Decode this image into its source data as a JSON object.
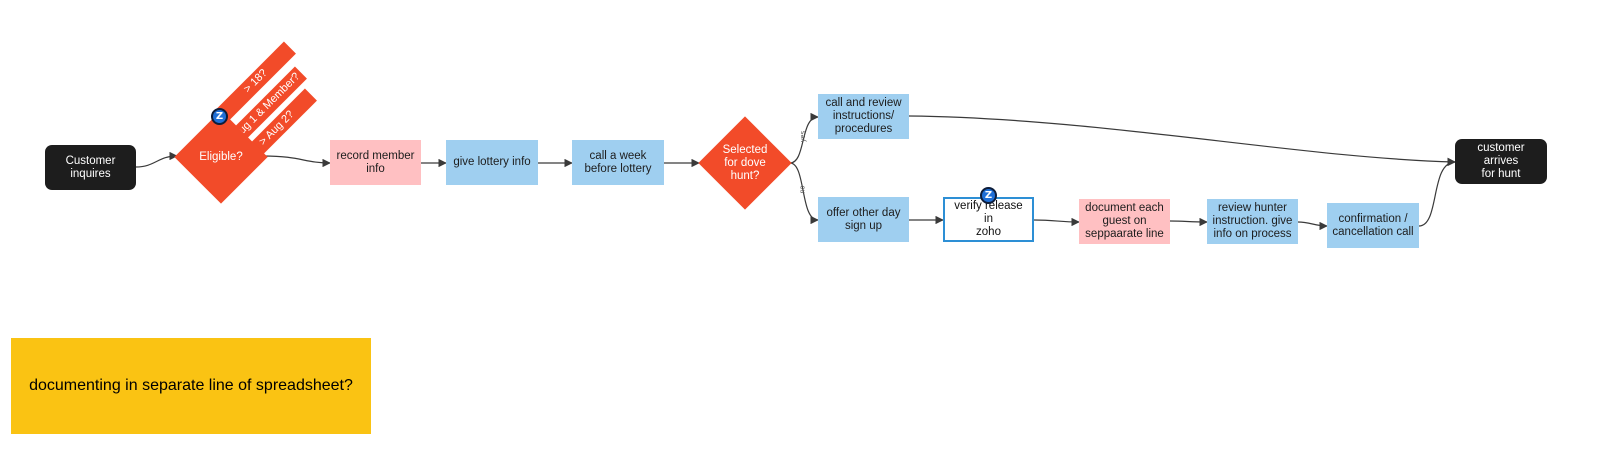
{
  "nodes": {
    "customer_inquires": "Customer\ninquires",
    "eligible": "Eligible?",
    "record_member_info": "record member\ninfo",
    "give_lottery_info": "give lottery info",
    "call_week_before": "call a week\nbefore lottery",
    "selected_dove_hunt": "Selected\nfor dove\nhunt?",
    "call_review": "call and review\ninstructions/\nprocedures",
    "offer_other_day": "offer other day\nsign up",
    "verify_release": "verify release in\nzoho",
    "document_each_guest": "document each\nguest on\nseppaarate line",
    "review_hunter": "review hunter\ninstruction. give\ninfo on process",
    "confirmation_call": "confirmation /\ncancellation call",
    "customer_arrives": "customer arrives\nfor hunt"
  },
  "tags": {
    "age": "> 18?",
    "aug1_member": "Aug 1 & Member?",
    "aug2": "> Aug 2?"
  },
  "edge_labels": {
    "yes": "yes",
    "no": "no"
  },
  "icons": {
    "eligible_zoho": "zoho-icon",
    "verify_zoho": "zoho-icon",
    "glyph": "Z"
  },
  "sticky_note": "documenting in separate line of spreadsheet?",
  "colors": {
    "decision": "#f24b29",
    "process_blue": "#9fcff0",
    "process_pink": "#ffc0c2",
    "terminal": "#1d1d1d",
    "outline": "#2d8fd5",
    "sticky": "#fac313",
    "edge": "#3a3a3a"
  }
}
